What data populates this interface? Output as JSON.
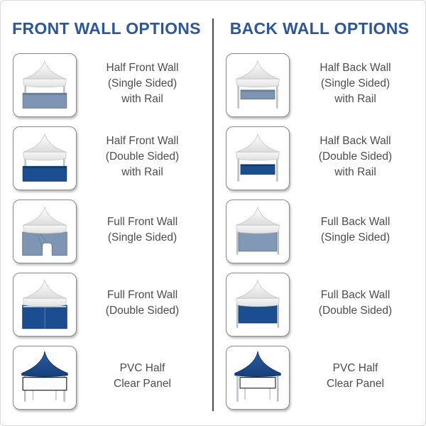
{
  "page": {
    "background": "#ffffff",
    "divider_color": "#4a4a4a"
  },
  "colors": {
    "header_blue": "#2a579f",
    "single_sided_blue": "#7e96b4",
    "double_sided_navy": "#1a4e90",
    "pvc_canopy_navy": "#1d4f93",
    "label_gray": "#4d4d4d",
    "thumbnail_border_gray": "#8a8a8a"
  },
  "columns": [
    {
      "title": "FRONT WALL OPTIONS",
      "rows": [
        {
          "label": "Half Front Wall\n(Single Sided)\nwith Rail",
          "icon": "tent-half-front-wall-single-icon"
        },
        {
          "label": "Half Front Wall\n(Double Sided)\nwith Rail",
          "icon": "tent-half-front-wall-double-icon"
        },
        {
          "label": "Full Front Wall\n(Single Sided)",
          "icon": "tent-full-front-wall-single-icon"
        },
        {
          "label": "Full Front Wall\n(Double Sided)",
          "icon": "tent-full-front-wall-double-icon"
        },
        {
          "label": "PVC Half\nClear Panel",
          "icon": "tent-pvc-half-clear-panel-front-icon"
        }
      ]
    },
    {
      "title": "BACK WALL OPTIONS",
      "rows": [
        {
          "label": "Half Back Wall\n(Single Sided)\nwith Rail",
          "icon": "tent-half-back-wall-single-icon"
        },
        {
          "label": "Half Back Wall\n(Double Sided)\nwith Rail",
          "icon": "tent-half-back-wall-double-icon"
        },
        {
          "label": "Full Back Wall\n(Single Sided)",
          "icon": "tent-full-back-wall-single-icon"
        },
        {
          "label": "Full Back Wall\n(Double Sided)",
          "icon": "tent-full-back-wall-double-icon"
        },
        {
          "label": "PVC Half\nClear Panel",
          "icon": "tent-pvc-half-clear-panel-back-icon"
        }
      ]
    }
  ]
}
